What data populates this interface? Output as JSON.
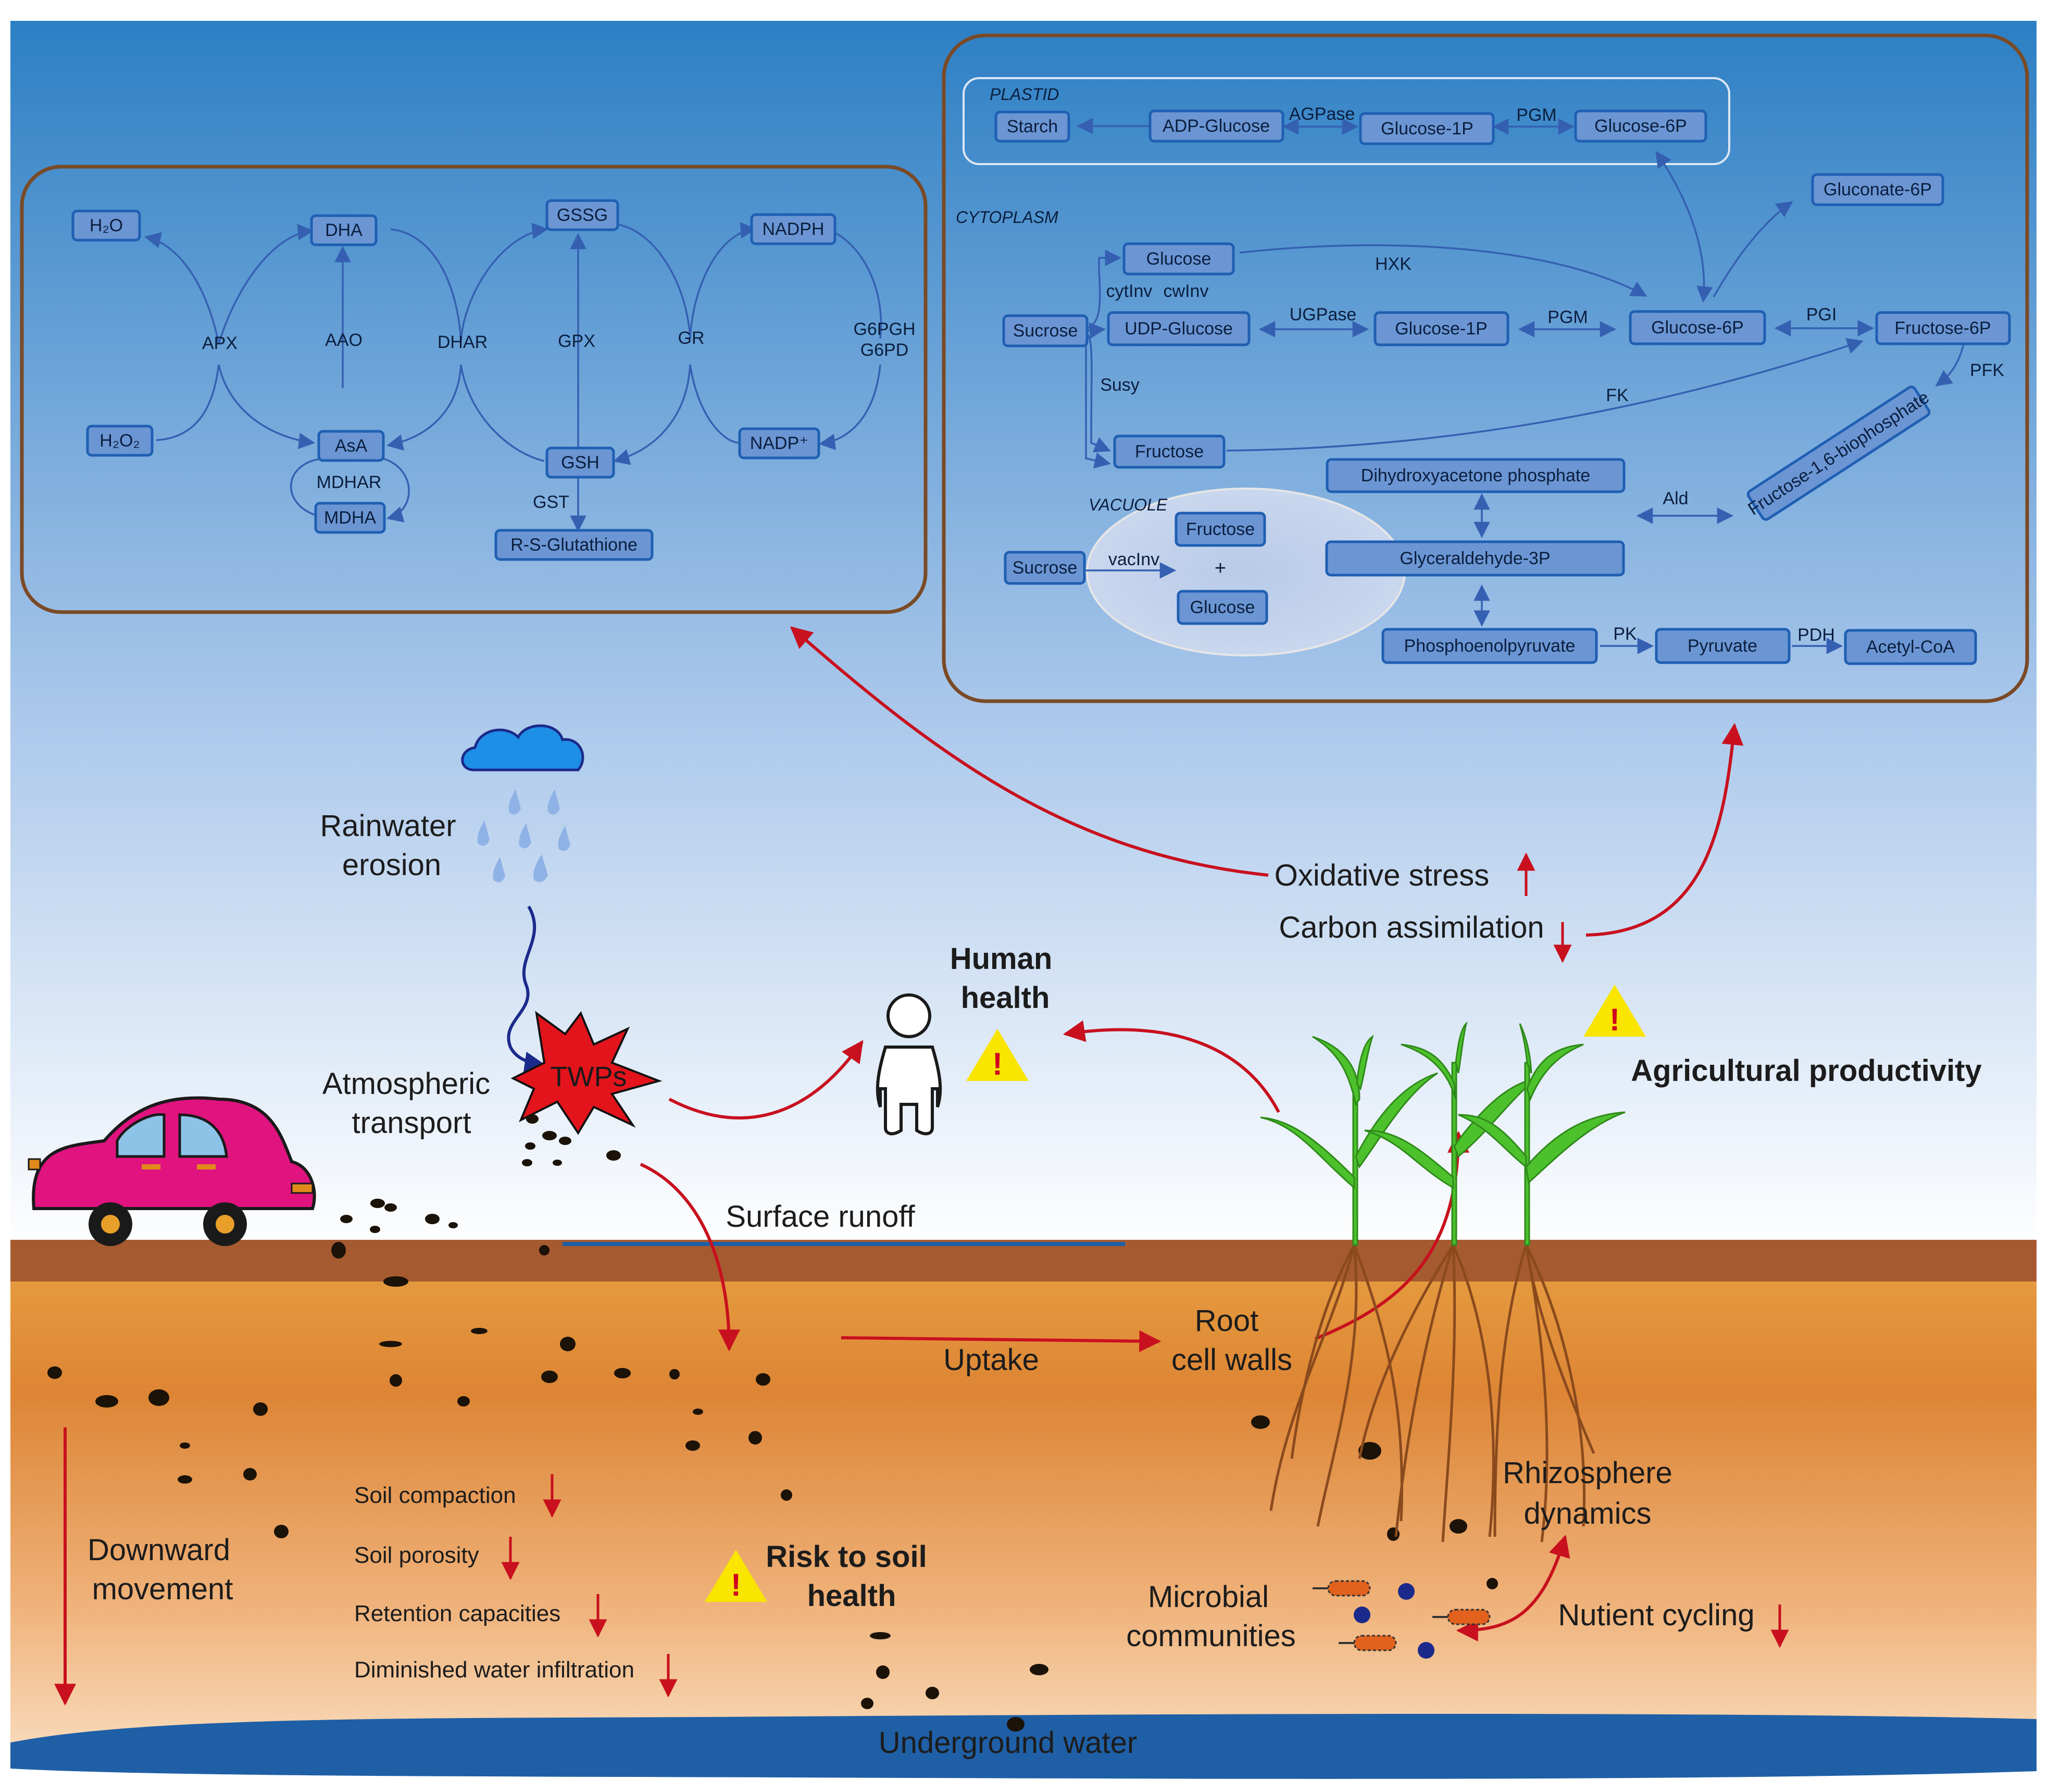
{
  "antioxidant_panel": {
    "nodes": {
      "h2o": "H₂O",
      "h2o2": "H₂O₂",
      "dha": "DHA",
      "asa": "AsA",
      "mdha": "MDHA",
      "gssg": "GSSG",
      "gsh": "GSH",
      "rsg": "R-S-Glutathione",
      "nadph": "NADPH",
      "nadp": "NADP⁺"
    },
    "enzymes": {
      "apx": "APX",
      "aao": "AAO",
      "dhar": "DHAR",
      "gpx": "GPX",
      "gr": "GR",
      "mdhar": "MDHAR",
      "gst": "GST",
      "g6pgh": "G6PGH",
      "g6pd": "G6PD"
    }
  },
  "carbon_panel": {
    "compartments": {
      "plastid": "PLASTID",
      "cytoplasm": "CYTOPLASM",
      "vacuole": "VACUOLE"
    },
    "nodes": {
      "starch": "Starch",
      "adp_glucose": "ADP-Glucose",
      "glucose1p_pl": "Glucose-1P",
      "glucose6p_pl": "Glucose-6P",
      "gluconate6p": "Gluconate-6P",
      "glucose": "Glucose",
      "sucrose": "Sucrose",
      "udp_glucose": "UDP-Glucose",
      "glucose1p": "Glucose-1P",
      "glucose6p": "Glucose-6P",
      "fructose6p": "Fructose-6P",
      "fructose": "Fructose",
      "dhap": "Dihydroxyacetone phosphate",
      "fbp": "Fructose-1,6-biophosphate",
      "g3p": "Glyceraldehyde-3P",
      "pep": "Phosphoenolpyruvate",
      "pyruvate": "Pyruvate",
      "acetylcoa": "Acetyl-CoA",
      "vac_sucrose": "Sucrose",
      "vac_fructose": "Fructose",
      "vac_glucose": "Glucose",
      "plus": "+"
    },
    "enzymes": {
      "agpase": "AGPase",
      "pgm_pl": "PGM",
      "hxk": "HXK",
      "cytinv": "cytInv",
      "cwinv": "cwInv",
      "ugpase": "UGPase",
      "pgm": "PGM",
      "pgi": "PGI",
      "pfk": "PFK",
      "susy": "Susy",
      "fk": "FK",
      "ald": "Ald",
      "vacinv": "vacInv",
      "pk": "PK",
      "pdh": "PDH"
    }
  },
  "labels": {
    "rainwater_1": "Rainwater",
    "rainwater_2": "erosion",
    "twps": "TWPs",
    "atmospheric_1": "Atmospheric",
    "atmospheric_2": "transport",
    "human_1": "Human",
    "human_2": "health",
    "oxidative": "Oxidative stress",
    "carbon": "Carbon assimilation",
    "agri": "Agricultural productivity",
    "runoff": "Surface runoff",
    "uptake": "Uptake",
    "root_1": "Root",
    "root_2": "cell walls",
    "downward_1": "Downward",
    "downward_2": "movement",
    "soil_compaction": "Soil compaction",
    "soil_porosity": "Soil porosity",
    "retention": "Retention capacities",
    "infiltration": "Diminished water infiltration",
    "risk_1": "Risk to soil",
    "risk_2": "health",
    "rhizo_1": "Rhizosphere",
    "rhizo_2": "dynamics",
    "microbial_1": "Microbial",
    "microbial_2": "communities",
    "nutrient": "Nutient cycling",
    "underground": "Underground water"
  },
  "colors": {
    "sky_top": "#2c7fc4",
    "sky_bottom": "#ffffff",
    "node_fill": "#6b96d3",
    "node_stroke": "#1f5fb3",
    "panel_border": "#7a4a26",
    "arrow_red": "#c8101e",
    "topsoil": "#a65a30",
    "soil_mid": "#dd8a3a",
    "soil_light": "#f6cfa5",
    "water": "#1f5fa6",
    "car_body": "#e0137f",
    "twps_fill": "#e3141c",
    "warning": "#f9e500",
    "plant_leaf": "#4cc12c"
  }
}
